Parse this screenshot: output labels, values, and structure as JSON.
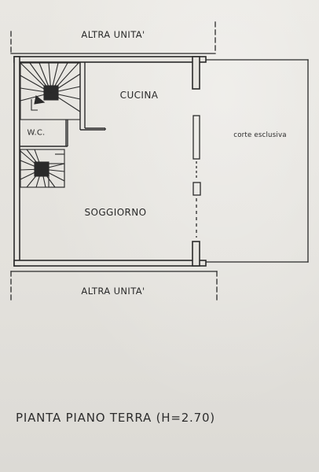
{
  "labels": {
    "unit_top": "ALTRA UNITA'",
    "unit_bottom": "ALTRA UNITA'",
    "kitchen": "CUCINA",
    "wc": "W.C.",
    "living": "SOGGIORNO",
    "courtyard": "corte esclusiva"
  },
  "title": "PIANTA PIANO TERRA (H=2.70)",
  "colors": {
    "ink": "#2a2a2a",
    "paper": "#e6e4df"
  }
}
